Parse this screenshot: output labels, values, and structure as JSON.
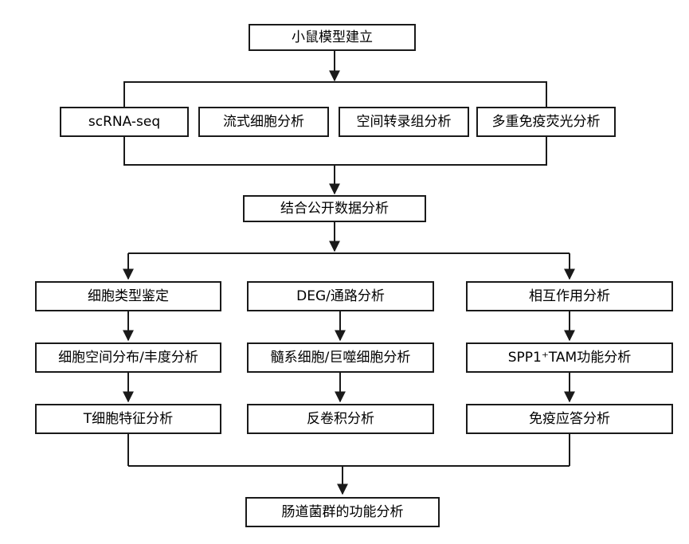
{
  "flowchart": {
    "colors": {
      "background": "#ffffff",
      "line": "#1a1a1a",
      "box_border": "#1a1a1a",
      "box_fill": "#ffffff",
      "text": "#000000"
    },
    "nodes": {
      "mouse_model": "小鼠模型建立",
      "scrna_seq": "scRNA-seq",
      "flow_cytometry": "流式细胞分析",
      "spatial_transcriptomics": "空间转录组分析",
      "multiplex_if": "多重免疫荧光分析",
      "public_data": "结合公开数据分析",
      "cell_type_id": "细胞类型鉴定",
      "deg_pathway": "DEG/通路分析",
      "interaction": "相互作用分析",
      "spatial_abundance": "细胞空间分布/丰度分析",
      "myeloid_macrophage": "髓系细胞/巨噬细胞分析",
      "spp1_tam": "SPP1⁺TAM功能分析",
      "t_cell": "T细胞特征分析",
      "deconvolution": "反卷积分析",
      "immune_response": "免疫应答分析",
      "gut_microbiota": "肠道菌群的功能分析"
    },
    "edges": [
      {
        "from": "mouse_model",
        "to": "methods_group"
      },
      {
        "from": "methods_group",
        "to": "public_data"
      },
      {
        "from": "public_data",
        "to": "cell_type_id"
      },
      {
        "from": "public_data",
        "to": "interaction"
      },
      {
        "from": "cell_type_id",
        "to": "spatial_abundance"
      },
      {
        "from": "spatial_abundance",
        "to": "t_cell"
      },
      {
        "from": "deg_pathway",
        "to": "myeloid_macrophage"
      },
      {
        "from": "myeloid_macrophage",
        "to": "deconvolution"
      },
      {
        "from": "interaction",
        "to": "spp1_tam"
      },
      {
        "from": "spp1_tam",
        "to": "immune_response"
      },
      {
        "from": "t_cell",
        "to": "gut_microbiota"
      },
      {
        "from": "immune_response",
        "to": "gut_microbiota"
      }
    ]
  }
}
